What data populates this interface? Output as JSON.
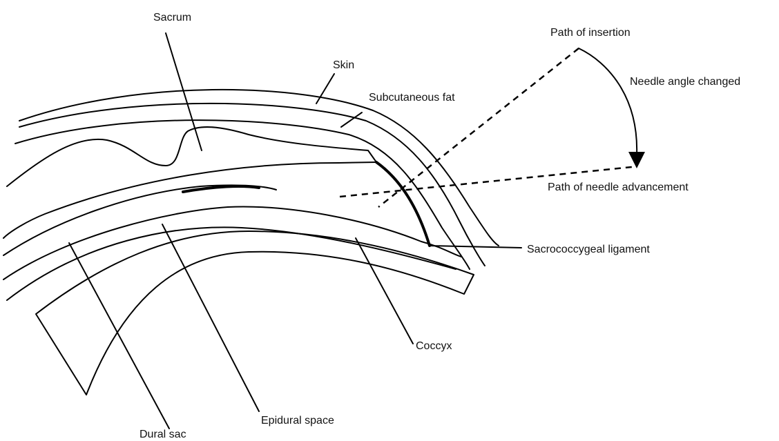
{
  "labels": {
    "sacrum": "Sacrum",
    "skin": "Skin",
    "subcutaneous_fat": "Subcutaneous fat",
    "path_of_insertion": "Path of insertion",
    "needle_angle_changed": "Needle angle changed",
    "path_of_needle_advancement": "Path of needle advancement",
    "sacrococcygeal_ligament": "Sacrococcygeal ligament",
    "coccyx": "Coccyx",
    "epidural_space": "Epidural space",
    "dural_sac": "Dural sac"
  }
}
